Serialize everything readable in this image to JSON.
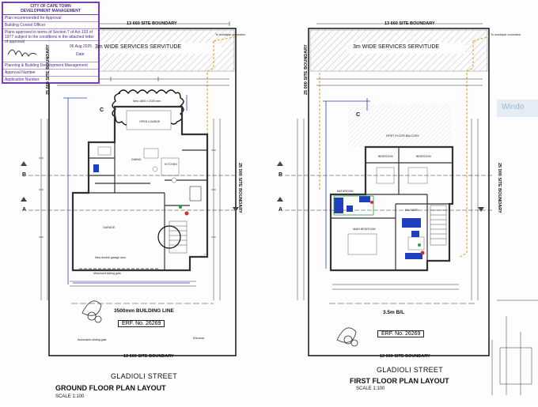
{
  "stamp": {
    "authority": "CITY OF CAPE TOWN",
    "department": "DEVELOPMENT MANAGEMENT",
    "rows": [
      "Plan recommended for Approval",
      "Building Control Officer",
      "Plans approved in terms of Section 7 of Act 103 of 1977 subject to the conditions in the attached letter of approval"
    ],
    "date": "06 Aug 2025",
    "date_label": "Date",
    "signatory": "Planning & Building Development Management",
    "approval_number": "Approval Number",
    "application_number": "Application Number"
  },
  "plans": [
    {
      "title": "GROUND FLOOR PLAN LAYOUT",
      "scale": "SCALE 1:100",
      "street": "GLADIOLI STREET",
      "boundary_top": "13 660 SITE BOUNDARY",
      "boundary_bottom": "13 660 SITE BOUNDARY",
      "boundary_left": "25 000 SITE BOUNDARY",
      "boundary_right": "25 000 SITE BOUNDARY",
      "servitude": "3m WIDE SERVICES SERVITUDE",
      "building_line": "3500mm BUILDING LINE",
      "erf": "ERF. No. 26269",
      "section_marks": [
        "A",
        "B",
        "C"
      ],
      "notes": [
        "To municipal connection",
        "New 1800 x 2100 mm",
        "OPEN LOUNGE",
        "DINING",
        "KITCHEN",
        "GARAGE",
        "New double garage door",
        "Automated sliding gate",
        "Motorized sliding gate",
        "Entrance"
      ]
    },
    {
      "title": "FIRST FLOOR PLAN LAYOUT",
      "scale": "SCALE 1:100",
      "street": "GLADIOLI STREET",
      "boundary_top": "13 660 SITE BOUNDARY",
      "boundary_bottom": "13 660 SITE BOUNDARY",
      "boundary_left": "25 000 SITE BOUNDARY",
      "boundary_right": "25 000 SITE BOUNDARY",
      "servitude": "3m WIDE SERVICES SERVITUDE",
      "building_line": "3.5m B/L",
      "erf": "ERF. No. 26269",
      "section_marks": [
        "A",
        "B",
        "C"
      ],
      "notes": [
        "To municipal connection",
        "BEDROOM",
        "BEDROOM",
        "EN-SUITE",
        "MAIN BEDROOM",
        "BATHROOM",
        "FIRST FLOOR BALCONY"
      ]
    }
  ],
  "overlay": {
    "window_text": "Windo"
  },
  "colors": {
    "stamp": "#7a3fb0",
    "fixture_blue": "#1f3fbf",
    "dimension_blue": "#2a3fd0",
    "drain": "#e0a020",
    "wall": "#333333",
    "hatch": "#999999",
    "green": "#2aa040",
    "red": "#d03030"
  }
}
